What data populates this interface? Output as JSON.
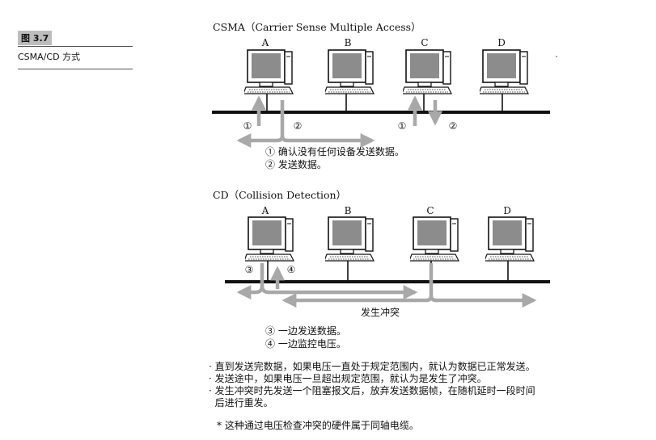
{
  "figure": {
    "number": "图 3.7",
    "caption": "CSMA/CD 方式"
  },
  "csma": {
    "title": "CSMA（Carrier Sense Multiple Access）",
    "nodes": [
      "A",
      "B",
      "C",
      "D"
    ],
    "markers": {
      "a_step1": "①",
      "a_step2": "②",
      "c_step1": "①",
      "c_step2": "②"
    },
    "steps": [
      "① 确认没有任何设备发送数据。",
      "② 发送数据。"
    ]
  },
  "cd": {
    "title": "CD（Collision Detection）",
    "nodes": [
      "A",
      "B",
      "C",
      "D"
    ],
    "markers": {
      "a_step3": "③",
      "a_step4": "④"
    },
    "collision_label": "发生冲突",
    "steps": [
      "③ 一边发送数据。",
      "④ 一边监控电压。"
    ]
  },
  "notes": [
    "· 直到发送完数据，如果电压一直处于规定范围内，就认为数据已正常发送。",
    "· 发送途中，如果电压一旦超出规定范围，就认为是发生了冲突。",
    "· 发生冲突时先发送一个阻塞报文后，放弃发送数据帧，在随机延时一段时间",
    "  后进行重发。"
  ],
  "footnote": "* 这种通过电压检查冲突的硬件属于同轴电缆。",
  "colors": {
    "arrow": "#a8a8a8",
    "bus": "#111111",
    "screen": "#8c8c8c"
  }
}
